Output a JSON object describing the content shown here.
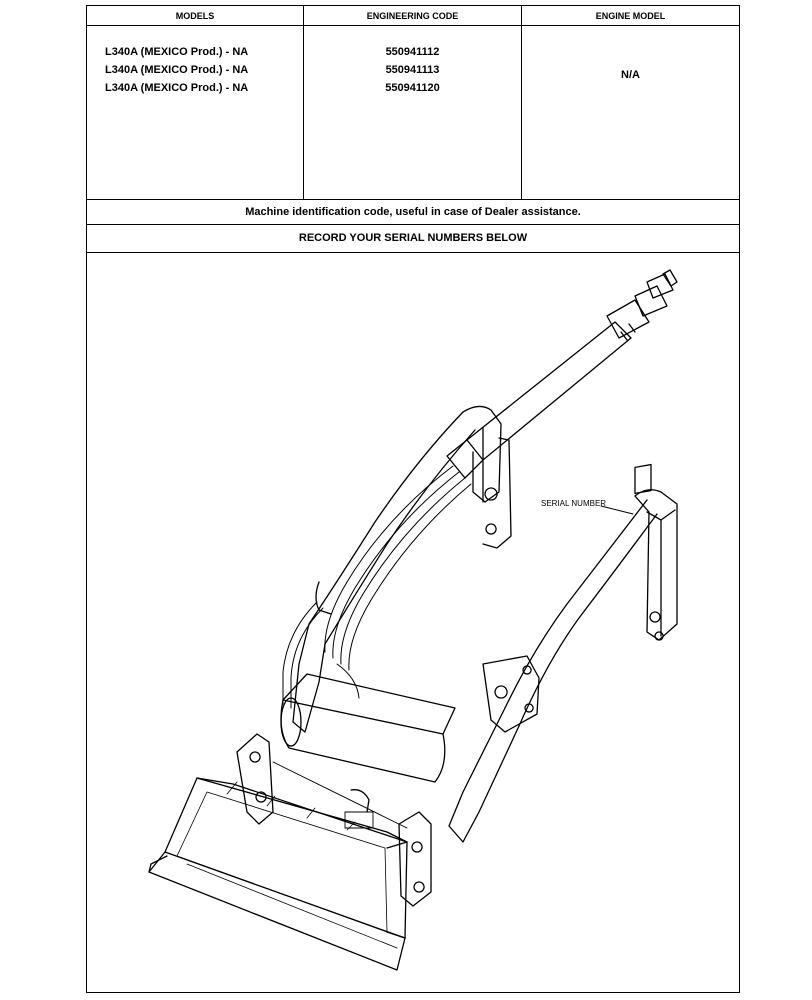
{
  "table": {
    "headers": {
      "models": "MODELS",
      "engineering_code": "ENGINEERING CODE",
      "engine_model": "ENGINE MODEL"
    },
    "models": [
      "L340A (MEXICO Prod.) - NA",
      "L340A (MEXICO Prod.) - NA",
      "L340A (MEXICO Prod.) - NA"
    ],
    "engineering_codes": [
      "550941112",
      "550941113",
      "550941120"
    ],
    "engine_model": "N/A"
  },
  "note": "Machine identification code, useful in case of Dealer assistance.",
  "record_heading": "RECORD YOUR SERIAL NUMBERS BELOW",
  "drawing": {
    "serial_label": "SERIAL NUMBER"
  }
}
